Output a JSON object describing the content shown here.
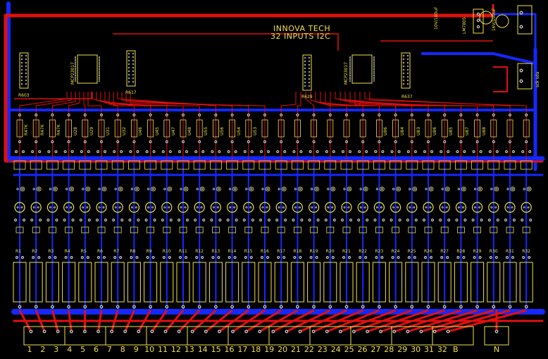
{
  "board": {
    "title_line1": "INNOVA TECH",
    "title_line2": "32 INPUTS I2C"
  },
  "chips": {
    "left": "MCP23017",
    "right": "MCP23017"
  },
  "resistor_networks": [
    "R603",
    "R617",
    "R629",
    "R637"
  ],
  "top_resistors": [
    "R47K",
    "R47K",
    "R47K",
    "U28",
    "U29",
    "U31",
    "U32",
    "U46",
    "U45",
    "U47",
    "U48",
    "U55",
    "U56",
    "U54",
    "U53",
    "U86",
    "U84",
    "U83",
    "U86",
    "U85",
    "U87",
    "U88"
  ],
  "relay_labels": [
    "R1",
    "R2",
    "R3",
    "R4",
    "R5",
    "R6",
    "R7",
    "R8",
    "R9",
    "R10",
    "R11",
    "R12",
    "R13",
    "R14",
    "R15",
    "R16",
    "R17",
    "R18",
    "R19",
    "R20",
    "R21",
    "R22",
    "R23",
    "R24",
    "R25",
    "R26",
    "R27",
    "R28",
    "R29",
    "R30",
    "R31",
    "R32"
  ],
  "power": {
    "cap1": "10V/100uF",
    "reg": "LM7805",
    "cap2": "16V/100uF",
    "i2c": "sck sda"
  },
  "terminals": [
    "1",
    "2",
    "3",
    "4",
    "5",
    "6",
    "7",
    "8",
    "9",
    "10",
    "11",
    "12",
    "13",
    "14",
    "15",
    "16",
    "17",
    "18",
    "19",
    "20",
    "21",
    "22",
    "23",
    "24",
    "25",
    "26",
    "27",
    "28",
    "29",
    "30",
    "31",
    "32",
    "B",
    "N"
  ],
  "colors": {
    "background": "#000000",
    "top_copper": "#e01010",
    "bottom_copper": "#1428ff",
    "silkscreen": "#f0e24a",
    "pad": "#c8c8c8"
  }
}
